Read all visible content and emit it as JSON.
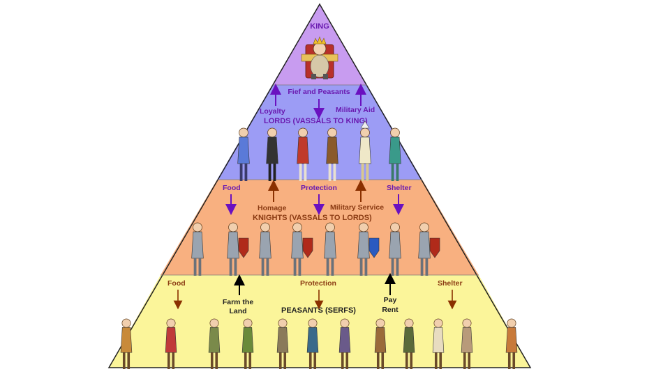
{
  "colors": {
    "king_tier": "#c89cf0",
    "lords_tier": "#9c9cf5",
    "knights_tier": "#f8b080",
    "peasants_tier": "#fbf59a",
    "purple_text": "#6a1ab0",
    "brown_text": "#8a3a12",
    "arrow_purple": "#6a10c0",
    "arrow_brown": "#8a3000",
    "arrow_black": "#000000",
    "outline": "#222222"
  },
  "tiers": {
    "king": {
      "title": "KING"
    },
    "lords": {
      "title": "LORDS (VASSALS TO KING)",
      "fief_label": "Fief and Peasants",
      "loyalty_label": "Loyalty",
      "military_aid_label": "Military Aid"
    },
    "knights": {
      "title": "KNIGHTS (VASSALS TO LORDS)",
      "food_label": "Food",
      "protection_label": "Protection",
      "shelter_label": "Shelter",
      "homage_label": "Homage",
      "military_service_label": "Military Service"
    },
    "peasants": {
      "title": "PEASANTS (SERFS)",
      "food_label": "Food",
      "protection_label": "Protection",
      "shelter_label": "Shelter",
      "farm_label_1": "Farm the",
      "farm_label_2": "Land",
      "pay_label_1": "Pay",
      "pay_label_2": "Rent"
    }
  },
  "figures": {
    "lords": [
      "lord-blue-cloak",
      "lord-dark-robe",
      "lord-red-tunic",
      "lord-brown-tunic",
      "lord-bishop",
      "lord-green-tunic"
    ],
    "knights": [
      "knight-1",
      "knight-2",
      "knight-3",
      "knight-4",
      "knight-5",
      "knight-6",
      "knight-7",
      "knight-8"
    ],
    "peasants": [
      "peasant-1",
      "peasant-2",
      "peasant-3",
      "peasant-4",
      "peasant-5",
      "peasant-6",
      "peasant-7",
      "peasant-8",
      "peasant-9",
      "peasant-10",
      "peasant-11",
      "peasant-12"
    ]
  }
}
